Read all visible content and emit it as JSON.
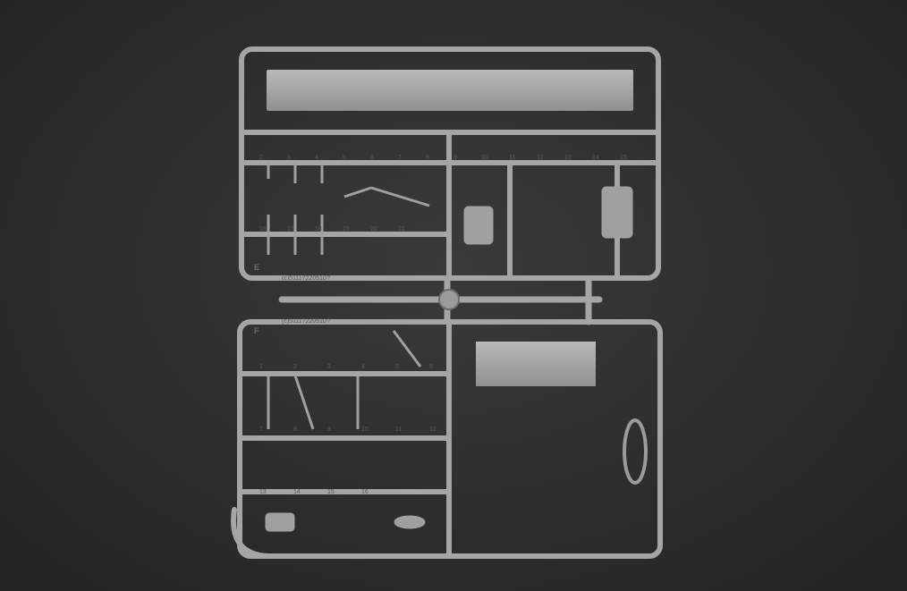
{
  "sprues": [
    {
      "letter": "E",
      "code": "(c)51117220510?",
      "part_numbers": [
        "2",
        "3",
        "4",
        "5",
        "6",
        "7",
        "8",
        "9",
        "10",
        "11",
        "12",
        "13",
        "14",
        "15",
        "16",
        "17",
        "18",
        "19",
        "20",
        "21"
      ]
    },
    {
      "letter": "F",
      "code": "(c)51117220510?",
      "part_numbers": [
        "1",
        "2",
        "3",
        "4",
        "5",
        "6",
        "7",
        "8",
        "9",
        "10",
        "11",
        "12",
        "13",
        "14",
        "15",
        "16"
      ]
    }
  ],
  "colors": {
    "background": "#2e2e2e",
    "plastic": "#a9aaa9",
    "plastic_shadow": "#7d7e7d"
  }
}
